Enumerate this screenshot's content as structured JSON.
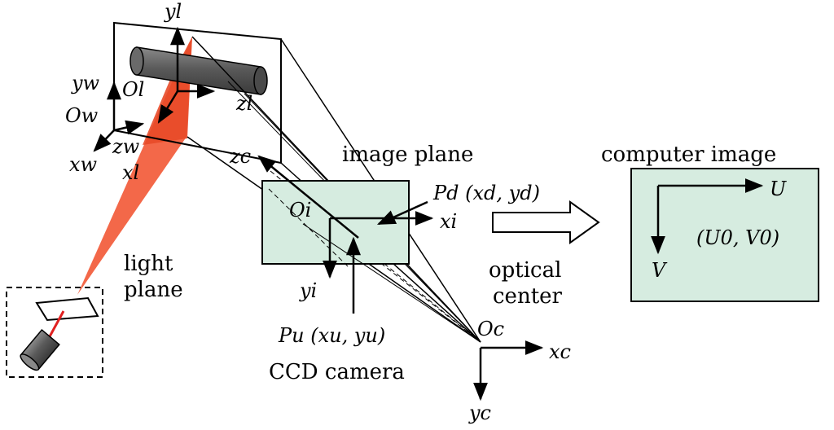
{
  "labels": {
    "image_plane": "image plane",
    "computer_image": "computer image",
    "light": "light",
    "plane": "plane",
    "optical": "optical",
    "center": "center",
    "ccd_camera": "CCD camera",
    "pd": "Pd (xd, yd)",
    "pu": "Pu (xu, yu)",
    "uv0": "(U0, V0)"
  },
  "axes": {
    "yl": "yl",
    "ol": "Ol",
    "zl": "zl",
    "xl": "xl",
    "yw": "yw",
    "ow": "Ow",
    "xw": "xw",
    "zw": "zw",
    "zc": "zc",
    "oi": "Oi",
    "xi": "xi",
    "yi": "yi",
    "oc": "Oc",
    "xc": "xc",
    "yc": "yc",
    "u": "U",
    "v": "V"
  },
  "colors": {
    "light_plane": "#f2603f",
    "image_plane_fill": "#d6ece0",
    "computer_image_fill": "#d6ece0",
    "line": "#000000",
    "cylinder": "#555555"
  }
}
